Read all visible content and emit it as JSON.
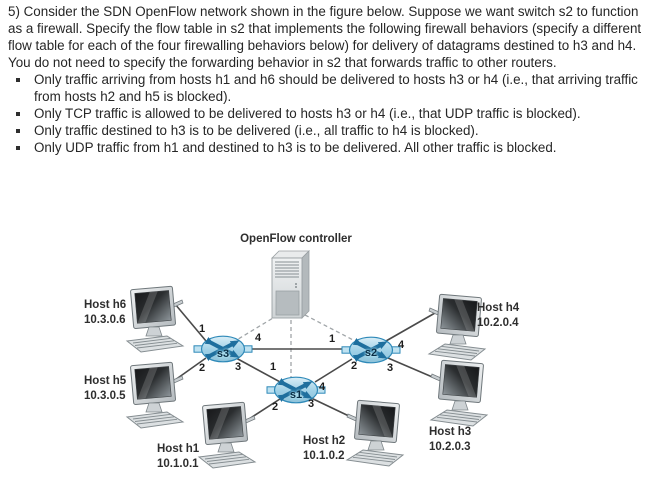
{
  "question": {
    "intro": "5) Consider the SDN OpenFlow network shown in the figure below. Suppose we want switch s2 to function as a firewall. Specify the flow table in s2 that implements the following firewall behaviors (specify a different flow table for each of the four firewalling behaviors below) for delivery of datagrams destined to h3 and h4. You do not need to specify the forwarding behavior in s2 that forwards traffic to other routers.",
    "bullets": [
      "Only traffic arriving from hosts h1 and h6 should be delivered to hosts h3 or h4 (i.e., that arriving traffic from hosts h2 and h5 is blocked).",
      "Only TCP traffic is allowed to be delivered to hosts h3 or h4 (i.e., that UDP traffic is blocked).",
      "Only traffic destined to h3 is to be delivered (i.e., all traffic to h4 is blocked).",
      "Only UDP traffic from h1 and destined to h3 is to be delivered. All other traffic is blocked."
    ]
  },
  "figure": {
    "controller_label": "OpenFlow controller",
    "switches": [
      {
        "id": "s3",
        "label": "s3"
      },
      {
        "id": "s1",
        "label": "s1"
      },
      {
        "id": "s2",
        "label": "s2"
      }
    ],
    "ports": {
      "s3": {
        "p1": "1",
        "p2": "2",
        "p3": "3",
        "p4": "4"
      },
      "s1": {
        "p1": "1",
        "p2": "2",
        "p3": "3",
        "p4": "4"
      },
      "s2": {
        "p1": "1",
        "p2": "2",
        "p3": "3",
        "p4": "4"
      }
    },
    "hosts": [
      {
        "id": "h6",
        "name": "Host h6",
        "ip": "10.3.0.6"
      },
      {
        "id": "h5",
        "name": "Host h5",
        "ip": "10.3.0.5"
      },
      {
        "id": "h1",
        "name": "Host h1",
        "ip": "10.1.0.1"
      },
      {
        "id": "h2",
        "name": "Host h2",
        "ip": "10.1.0.2"
      },
      {
        "id": "h3",
        "name": "Host h3",
        "ip": "10.2.0.3"
      },
      {
        "id": "h4",
        "name": "Host h4",
        "ip": "10.2.0.4"
      }
    ]
  },
  "colors": {
    "switch_fill_lo": "#8ec3da",
    "switch_stroke": "#2e89b8",
    "switch_arrow": "#1e6f9e",
    "link": "#4a4a4a",
    "dashed": "#a0a5a8",
    "text": "#262626"
  }
}
